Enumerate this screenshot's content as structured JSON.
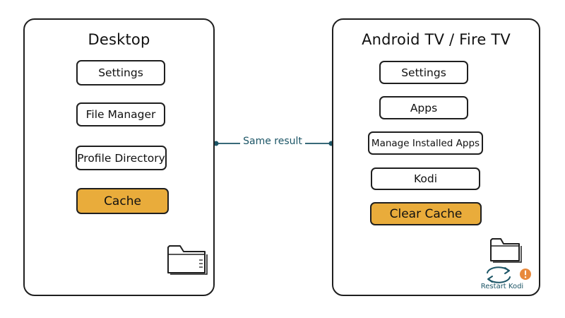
{
  "desktop": {
    "title": "Desktop",
    "steps": [
      "Settings",
      "File Manager",
      "Profile Directory",
      "Cache"
    ]
  },
  "android": {
    "title": "Android TV / Fire TV",
    "steps": [
      "Settings",
      "Apps",
      "Manage Installed Apps",
      "Kodi",
      "Clear Cache"
    ]
  },
  "connector": {
    "label": "Same result"
  },
  "restart": {
    "label": "Restart Kodi"
  },
  "icons": {
    "desktop_folder": "folder-icon",
    "android_folder": "folder-icon",
    "restart": "refresh-cycle-icon",
    "warning": "exclamation-alert-icon"
  },
  "colors": {
    "accent": "#e9ac3b",
    "arrow": "#1c5566",
    "alert": "#e8893c",
    "stroke": "#1f1f1f"
  }
}
